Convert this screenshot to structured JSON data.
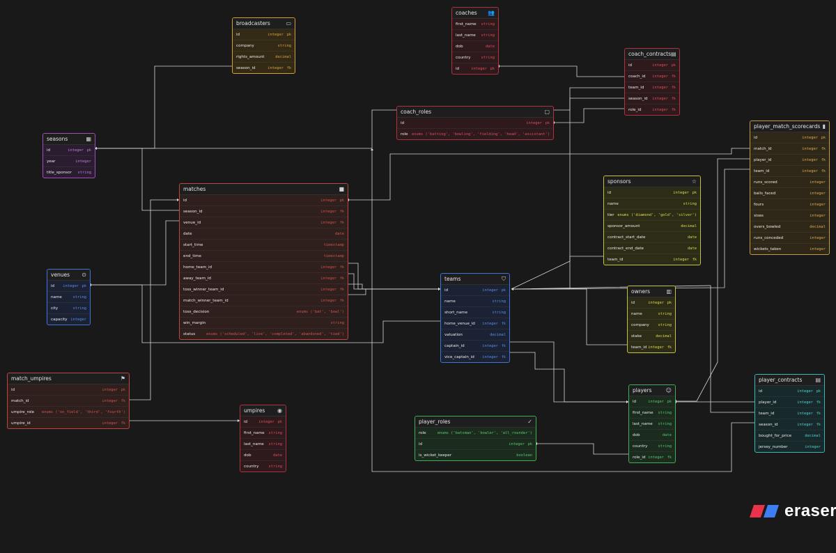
{
  "brand": {
    "name": "eraser",
    "colors": {
      "left": "#e8334a",
      "right": "#3d7ef5"
    }
  },
  "entities": [
    {
      "id": "broadcasters",
      "title": "broadcasters",
      "icon": "tv-icon",
      "glyph": "▭",
      "color": "#d4a030",
      "tint": "#332a15",
      "type_color": "#d6a24a",
      "fields": [
        [
          "id",
          "integer",
          "pk"
        ],
        [
          "company",
          "string",
          ""
        ],
        [
          "rights_amount",
          "decimal",
          ""
        ],
        [
          "season_id",
          "integer",
          "fk"
        ]
      ]
    },
    {
      "id": "coaches",
      "title": "coaches",
      "icon": "users-icon",
      "glyph": "👥",
      "color": "#b0323c",
      "tint": "#2e1a1c",
      "type_color": "#e04e5a",
      "fields": [
        [
          "first_name",
          "string",
          ""
        ],
        [
          "last_name",
          "string",
          ""
        ],
        [
          "dob",
          "date",
          ""
        ],
        [
          "country",
          "string",
          ""
        ],
        [
          "id",
          "integer",
          "pk"
        ]
      ]
    },
    {
      "id": "coach_contracts",
      "title": "coach_contracts",
      "icon": "contract-icon",
      "glyph": "▤",
      "color": "#b0323c",
      "tint": "#2e1a1c",
      "type_color": "#e04e5a",
      "fields": [
        [
          "id",
          "integer",
          "pk"
        ],
        [
          "coach_id",
          "integer",
          "fk"
        ],
        [
          "team_id",
          "integer",
          "fk"
        ],
        [
          "season_id",
          "integer",
          "fk"
        ],
        [
          "role_id",
          "integer",
          "fk"
        ]
      ]
    },
    {
      "id": "coach_roles",
      "title": "coach_roles",
      "icon": "clipboard-icon",
      "glyph": "▢",
      "color": "#b0323c",
      "tint": "#2e1a1c",
      "type_color": "#e04e5a",
      "fields": [
        [
          "id",
          "integer",
          "pk"
        ],
        [
          "role",
          "enums ('batting', 'bowling', 'fielding', 'head', 'assistant')",
          ""
        ]
      ]
    },
    {
      "id": "seasons",
      "title": "seasons",
      "icon": "calendar-icon",
      "glyph": "▦",
      "color": "#a54cc2",
      "tint": "#2a1d30",
      "type_color": "#c07ae0",
      "fields": [
        [
          "id",
          "integer",
          "pk"
        ],
        [
          "year",
          "integer",
          ""
        ],
        [
          "title_sponsor",
          "string",
          ""
        ]
      ]
    },
    {
      "id": "matches",
      "title": "matches",
      "icon": "square-icon",
      "glyph": "■",
      "color": "#c0463c",
      "tint": "#2f1f1d",
      "type_color": "#d0574a",
      "fields": [
        [
          "id",
          "integer",
          "pk"
        ],
        [
          "season_id",
          "integer",
          "fk"
        ],
        [
          "venue_id",
          "integer",
          "fk"
        ],
        [
          "date",
          "date",
          ""
        ],
        [
          "start_time",
          "timestamp",
          ""
        ],
        [
          "end_time",
          "timestamp",
          ""
        ],
        [
          "home_team_id",
          "integer",
          "fk"
        ],
        [
          "away_team_id",
          "integer",
          "fk"
        ],
        [
          "toss_winner_team_id",
          "integer",
          "fk"
        ],
        [
          "match_winner_team_id",
          "integer",
          "fk"
        ],
        [
          "toss_decision",
          "enums ('bat', 'bowl')",
          ""
        ],
        [
          "win_margin",
          "string",
          ""
        ],
        [
          "status",
          "enums ('scheduled', 'live', 'completed', 'abandoned', 'tied')",
          ""
        ]
      ]
    },
    {
      "id": "player_match_scorecards",
      "title": "player_match_scorecards",
      "icon": "bar-chart-icon",
      "glyph": "▮",
      "color": "#c49a40",
      "tint": "#2f2818",
      "type_color": "#d8ac52",
      "fields": [
        [
          "id",
          "integer",
          "pk"
        ],
        [
          "match_id",
          "integer",
          "fk"
        ],
        [
          "player_id",
          "integer",
          "fk"
        ],
        [
          "team_id",
          "integer",
          "fk"
        ],
        [
          "runs_scored",
          "integer",
          ""
        ],
        [
          "balls_faced",
          "integer",
          ""
        ],
        [
          "fours",
          "integer",
          ""
        ],
        [
          "sixes",
          "integer",
          ""
        ],
        [
          "overs_bowled",
          "decimal",
          ""
        ],
        [
          "runs_conceded",
          "integer",
          ""
        ],
        [
          "wickets_taken",
          "integer",
          ""
        ]
      ]
    },
    {
      "id": "sponsors",
      "title": "sponsors",
      "icon": "star-icon",
      "glyph": "☆",
      "color": "#c6c43a",
      "tint": "#2d2c16",
      "type_color": "#dedc52",
      "fields": [
        [
          "id",
          "integer",
          "pk"
        ],
        [
          "name",
          "string",
          ""
        ],
        [
          "tier",
          "enums ('diamond', 'gold', 'silver')",
          ""
        ],
        [
          "sponsor_amount",
          "decimal",
          ""
        ],
        [
          "contract_start_date",
          "date",
          ""
        ],
        [
          "contract_end_date",
          "date",
          ""
        ],
        [
          "team_id",
          "integer",
          "fk"
        ]
      ]
    },
    {
      "id": "venues",
      "title": "venues",
      "icon": "map-pin-icon",
      "glyph": "⊙",
      "color": "#3f74d8",
      "tint": "#1b2233",
      "type_color": "#5b8ef0",
      "fields": [
        [
          "id",
          "integer",
          "pk"
        ],
        [
          "name",
          "string",
          ""
        ],
        [
          "city",
          "string",
          ""
        ],
        [
          "capacity",
          "integer",
          ""
        ]
      ]
    },
    {
      "id": "teams",
      "title": "teams",
      "icon": "shield-icon",
      "glyph": "⛉",
      "color": "#3f74d8",
      "tint": "#1b2233",
      "type_color": "#5b8ef0",
      "fields": [
        [
          "id",
          "integer",
          "pk"
        ],
        [
          "name",
          "string",
          ""
        ],
        [
          "short_name",
          "string",
          ""
        ],
        [
          "home_venue_id",
          "integer",
          "fk"
        ],
        [
          "valuation",
          "decimal",
          ""
        ],
        [
          "captain_id",
          "integer",
          "fk"
        ],
        [
          "vice_captain_id",
          "integer",
          "fk"
        ]
      ]
    },
    {
      "id": "owners",
      "title": "owners",
      "icon": "building-icon",
      "glyph": "▥",
      "color": "#c6c43a",
      "tint": "#2d2c16",
      "type_color": "#dedc52",
      "fields": [
        [
          "id",
          "integer",
          "pk"
        ],
        [
          "name",
          "string",
          ""
        ],
        [
          "company",
          "string",
          ""
        ],
        [
          "stake",
          "decimal",
          ""
        ],
        [
          "team_id",
          "integer",
          "fk"
        ]
      ]
    },
    {
      "id": "match_umpires",
      "title": "match_umpires",
      "icon": "flag-icon",
      "glyph": "⚑",
      "color": "#c0463c",
      "tint": "#2f1f1d",
      "type_color": "#d0574a",
      "fields": [
        [
          "id",
          "integer",
          "pk"
        ],
        [
          "match_id",
          "integer",
          "fk"
        ],
        [
          "umpire_role",
          "enums ('on_field', 'third', 'fourth')",
          ""
        ],
        [
          "umpire_id",
          "integer",
          "fk"
        ]
      ]
    },
    {
      "id": "umpires",
      "title": "umpires",
      "icon": "eye-icon",
      "glyph": "◉",
      "color": "#b0323c",
      "tint": "#2e1a1c",
      "type_color": "#e04e5a",
      "fields": [
        [
          "id",
          "integer",
          "pk"
        ],
        [
          "first_name",
          "string",
          ""
        ],
        [
          "last_name",
          "string",
          ""
        ],
        [
          "dob",
          "date",
          ""
        ],
        [
          "country",
          "string",
          ""
        ]
      ]
    },
    {
      "id": "player_roles",
      "title": "player_roles",
      "icon": "check-circle-icon",
      "glyph": "✓",
      "color": "#3fae56",
      "tint": "#1b2b1e",
      "type_color": "#5ac86e",
      "fields": [
        [
          "role",
          "enums ('batsman', 'bowler', 'all_rounder')",
          ""
        ],
        [
          "id",
          "integer",
          "pk"
        ],
        [
          "is_wicket_keeper",
          "boolean",
          ""
        ]
      ]
    },
    {
      "id": "players",
      "title": "players",
      "icon": "user-icon",
      "glyph": "☺",
      "color": "#3fae56",
      "tint": "#1b2b1e",
      "type_color": "#5ac86e",
      "fields": [
        [
          "id",
          "integer",
          "pk"
        ],
        [
          "first_name",
          "string",
          ""
        ],
        [
          "last_name",
          "string",
          ""
        ],
        [
          "dob",
          "date",
          ""
        ],
        [
          "country",
          "string",
          ""
        ],
        [
          "role_id",
          "integer",
          "fk"
        ]
      ]
    },
    {
      "id": "player_contracts",
      "title": "player_contracts",
      "icon": "document-icon",
      "glyph": "▤",
      "color": "#39b8b8",
      "tint": "#18292b",
      "type_color": "#52d0d0",
      "fields": [
        [
          "id",
          "integer",
          "pk"
        ],
        [
          "player_id",
          "integer",
          "fk"
        ],
        [
          "team_id",
          "integer",
          "fk"
        ],
        [
          "season_id",
          "integer",
          "fk"
        ],
        [
          "bought_for_price",
          "decimal",
          ""
        ],
        [
          "jersey_number",
          "integer",
          ""
        ]
      ]
    }
  ]
}
